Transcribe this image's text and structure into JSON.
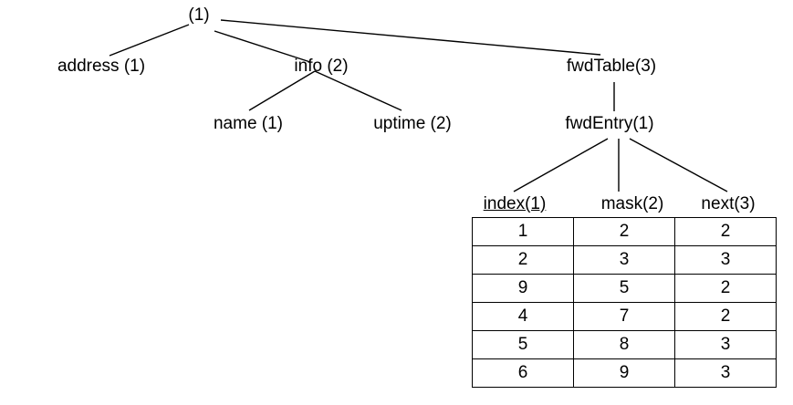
{
  "tree": {
    "root": "(1)",
    "address": "address (1)",
    "info": "info (2)",
    "fwdTable": "fwdTable(3)",
    "name": "name (1)",
    "uptime": "uptime (2)",
    "fwdEntry": "fwdEntry(1)"
  },
  "table": {
    "columns": [
      "index(1)",
      "mask(2)",
      "next(3)"
    ],
    "rows": [
      [
        "1",
        "2",
        "2"
      ],
      [
        "2",
        "3",
        "3"
      ],
      [
        "9",
        "5",
        "2"
      ],
      [
        "4",
        "7",
        "2"
      ],
      [
        "5",
        "8",
        "3"
      ],
      [
        "6",
        "9",
        "3"
      ]
    ]
  }
}
